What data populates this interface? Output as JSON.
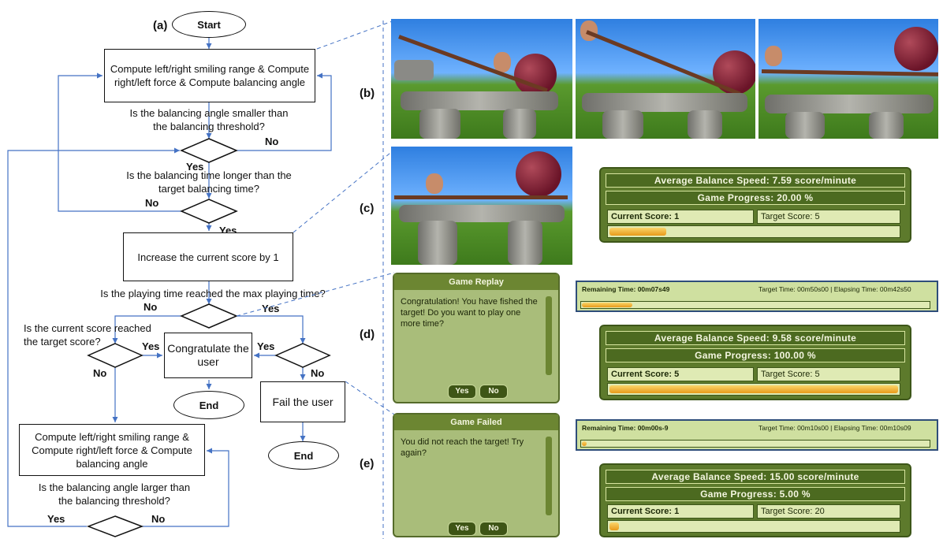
{
  "flowchart": {
    "label_a": "(a)",
    "start": "Start",
    "box1": "Compute left/right smiling range & Compute right/left force & Compute balancing angle",
    "q1": "Is the balancing angle smaller than the balancing threshold?",
    "q1_no": "No",
    "q1_yes": "Yes",
    "q2": "Is the balancing time longer than the target balancing time?",
    "q2_no": "No",
    "q2_yes": "Yes",
    "box2": "Increase the current score by 1",
    "q3": "Is the playing time reached the max playing time?",
    "q3_no": "No",
    "q3_yes": "Yes",
    "q4": "Is the current score reached the target score?",
    "q4_yes": "Yes",
    "q4_no": "No",
    "congrats": "Congratulate the user",
    "q5_yes": "Yes",
    "q5_no": "No",
    "end1": "End",
    "fail": "Fail the user",
    "end2": "End",
    "box3": "Compute left/right smiling range & Compute right/left force & Compute balancing angle",
    "q6": "Is the balancing angle larger than the balancing threshold?",
    "q6_yes": "Yes",
    "q6_no": "No"
  },
  "labels": {
    "b": "(b)",
    "c": "(c)",
    "d": "(d)",
    "e": "(e)"
  },
  "panel_c": {
    "speed": "Average Balance Speed: 7.59 score/minute",
    "progress": "Game Progress: 20.00 %",
    "current": "Current Score: 1",
    "target": "Target Score: 5",
    "fill_fraction": 0.2
  },
  "panel_d": {
    "dialog_title": "Game Replay",
    "dialog_text": "Congratulation! You have fished the target! Do you want to play one more time?",
    "yes": "Yes",
    "no": "No",
    "remaining": "Remaining Time: 00m07s49",
    "target_time": "Target Time: 00m50s00 | Elapsing Time: 00m42s50",
    "speed": "Average Balance Speed: 9.58 score/minute",
    "progress": "Game Progress: 100.00 %",
    "current": "Current Score: 5",
    "target": "Target Score: 5",
    "fill_fraction": 1.0
  },
  "panel_e": {
    "dialog_title": "Game Failed",
    "dialog_text": "You did not reach the target! Try again?",
    "yes": "Yes",
    "no": "No",
    "remaining": "Remaining Time: 00m00s-9",
    "target_time": "Target Time: 00m10s00 | Elapsing Time: 00m10s09",
    "speed": "Average Balance Speed: 15.00 score/minute",
    "progress": "Game Progress: 5.00 %",
    "current": "Current Score: 1",
    "target": "Target Score: 20",
    "fill_fraction": 0.05
  },
  "colors": {
    "connector": "#4472c4",
    "panel_green": "#5d7a2c",
    "bar_fill": "#f0a830"
  }
}
